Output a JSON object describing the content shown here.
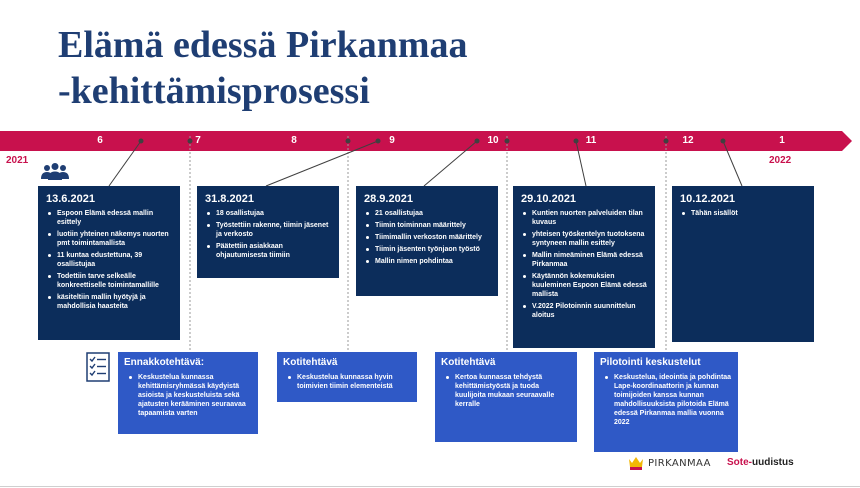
{
  "title": {
    "line1": "Elämä edessä Pirkanmaa",
    "line2": "-kehittämisprosessi"
  },
  "timeline": {
    "color": "#c8114d",
    "months": [
      "6",
      "7",
      "8",
      "9",
      "10",
      "11",
      "12",
      "1"
    ],
    "year_start": "2021",
    "year_end": "2022"
  },
  "cards": [
    {
      "date": "13.6.2021",
      "items": [
        "Espoon Elämä edessä mallin esittely",
        "luotiin yhteinen näkemys nuorten pmt toimintamallista",
        "11 kuntaa edustettuna, 39 osallistujaa",
        "Todettiin tarve selkeälle konkreettiselle toimintamallille",
        "käsiteltiin mallin hyötyjä ja mahdollisia haasteita"
      ]
    },
    {
      "date": "31.8.2021",
      "items": [
        "18 osallistujaa",
        "Työstettiin rakenne, tiimin jäsenet ja verkosto",
        "Päätettiin asiakkaan ohjautumisesta tiimiin"
      ]
    },
    {
      "date": "28.9.2021",
      "items": [
        "21 osallistujaa",
        "Tiimin toiminnan määrittely",
        "Tiimimallin verkoston määrittely",
        "Tiimin jäsenten työnjaon työstö",
        "Mallin nimen pohdintaa"
      ]
    },
    {
      "date": "29.10.2021",
      "items": [
        "Kuntien nuorten palveluiden tilan kuvaus",
        "yhteisen työskentelyn tuotoksena syntyneen mallin esittely",
        "Mallin nimeäminen Elämä edessä Pirkanmaa",
        "Käytännön kokemuksien kuuleminen Espoon Elämä edessä mallista",
        "V.2022 Pilotoinnin suunnittelun aloitus"
      ]
    },
    {
      "date": "10.12.2021",
      "items": [
        "Tähän sisällöt"
      ]
    }
  ],
  "tasks": [
    {
      "title": "Ennakkotehtävä:",
      "text": "Keskustelua kunnassa kehittämisryhmässä käydyistä asioista ja keskusteluista sekä ajatusten kerääminen seuraavaa tapaamista varten"
    },
    {
      "title": "Kotitehtävä",
      "text": "Keskustelua kunnassa hyvin toimivien tiimin elementeistä"
    },
    {
      "title": "Kotitehtävä",
      "text": "Kertoa kunnassa tehdystä kehittämistyöstä ja tuoda kuulijoita mukaan seuraavalle kerralle"
    },
    {
      "title": "Pilotointi keskustelut",
      "text": "Keskustelua, ideointia ja pohdintaa Lape-koordinaattorin ja kunnan toimijoiden kanssa kunnan mahdollisuuksista pilotoida Elämä edessä Pirkanmaa mallia vuonna 2022"
    }
  ],
  "footer": {
    "logo_text": "PIRKANMAA",
    "sote_prefix": "Sote-",
    "sote_suffix": "uudistus"
  },
  "icons": {
    "people": "people-group-icon",
    "checklist": "checklist-icon",
    "logo": "pirkanmaa-crown-icon"
  },
  "colors": {
    "title": "#1f3e73",
    "card": "#0c2d5b",
    "task": "#2f59c6",
    "accent": "#c8114d"
  }
}
